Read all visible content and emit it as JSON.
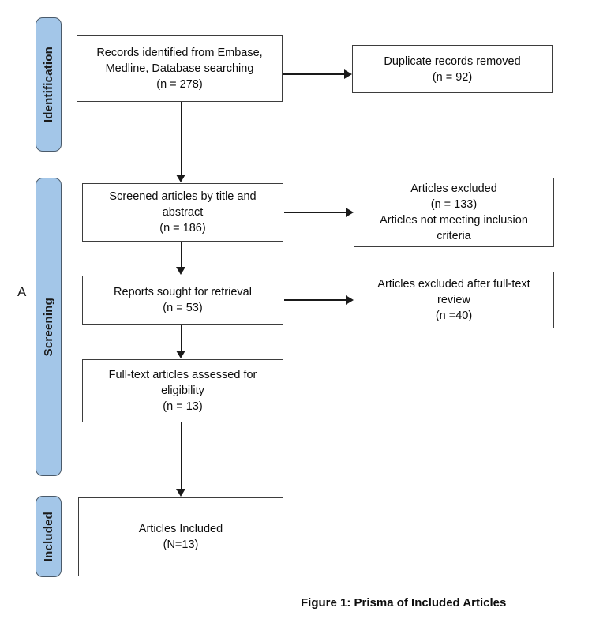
{
  "figure": {
    "caption": "Figure 1: Prisma of Included Articles",
    "panel_letter": "A",
    "bar_color": "#a3c6e8",
    "box_border_color": "#3d3d3d",
    "connector_color": "#1a1a1a"
  },
  "stages": [
    {
      "id": "identification",
      "label": "Identification"
    },
    {
      "id": "screening",
      "label": "Screening"
    },
    {
      "id": "included",
      "label": "Included"
    }
  ],
  "boxes": {
    "records_identified": {
      "text": "Records identified from Embase,\nMedline, Database searching\n(n = 278)",
      "count": 278
    },
    "duplicates_removed": {
      "text": "Duplicate records removed\n(n = 92)",
      "count": 92
    },
    "screened_articles": {
      "text": "Screened articles by title and\nabstract\n(n = 186)",
      "count": 186
    },
    "articles_excluded_screening": {
      "text": "Articles excluded\n(n = 133)\nArticles not meeting inclusion\ncriteria",
      "count": 133
    },
    "reports_sought": {
      "text": "Reports sought for retrieval\n(n = 53)",
      "count": 53
    },
    "articles_excluded_fulltext": {
      "text": "Articles excluded after full-text\nreview\n(n =40)",
      "count": 40
    },
    "fulltext_assessed": {
      "text": "Full-text articles assessed for\neligibility\n(n = 13)",
      "count": 13
    },
    "articles_included": {
      "text": "Articles Included\n(N=13)",
      "count": 13
    }
  },
  "chart_data": {
    "type": "diagram",
    "title": "Figure 1: Prisma of Included Articles",
    "nodes": [
      {
        "id": "records_identified",
        "stage": "Identification",
        "label": "Records identified from Embase, Medline, Database searching",
        "n": 278
      },
      {
        "id": "duplicates_removed",
        "stage": "Identification",
        "label": "Duplicate records removed",
        "n": 92
      },
      {
        "id": "screened_articles",
        "stage": "Screening",
        "label": "Screened articles by title and abstract",
        "n": 186
      },
      {
        "id": "articles_excluded_screening",
        "stage": "Screening",
        "label": "Articles excluded - Articles not meeting inclusion criteria",
        "n": 133
      },
      {
        "id": "reports_sought",
        "stage": "Screening",
        "label": "Reports sought for retrieval",
        "n": 53
      },
      {
        "id": "articles_excluded_fulltext",
        "stage": "Screening",
        "label": "Articles excluded after full-text review",
        "n": 40
      },
      {
        "id": "fulltext_assessed",
        "stage": "Screening",
        "label": "Full-text articles assessed for eligibility",
        "n": 13
      },
      {
        "id": "articles_included",
        "stage": "Included",
        "label": "Articles Included",
        "n": 13
      }
    ],
    "edges": [
      {
        "from": "records_identified",
        "to": "duplicates_removed",
        "direction": "right"
      },
      {
        "from": "records_identified",
        "to": "screened_articles",
        "direction": "down"
      },
      {
        "from": "screened_articles",
        "to": "articles_excluded_screening",
        "direction": "right"
      },
      {
        "from": "screened_articles",
        "to": "reports_sought",
        "direction": "down"
      },
      {
        "from": "reports_sought",
        "to": "articles_excluded_fulltext",
        "direction": "right"
      },
      {
        "from": "reports_sought",
        "to": "fulltext_assessed",
        "direction": "down"
      },
      {
        "from": "fulltext_assessed",
        "to": "articles_included",
        "direction": "down"
      }
    ]
  }
}
